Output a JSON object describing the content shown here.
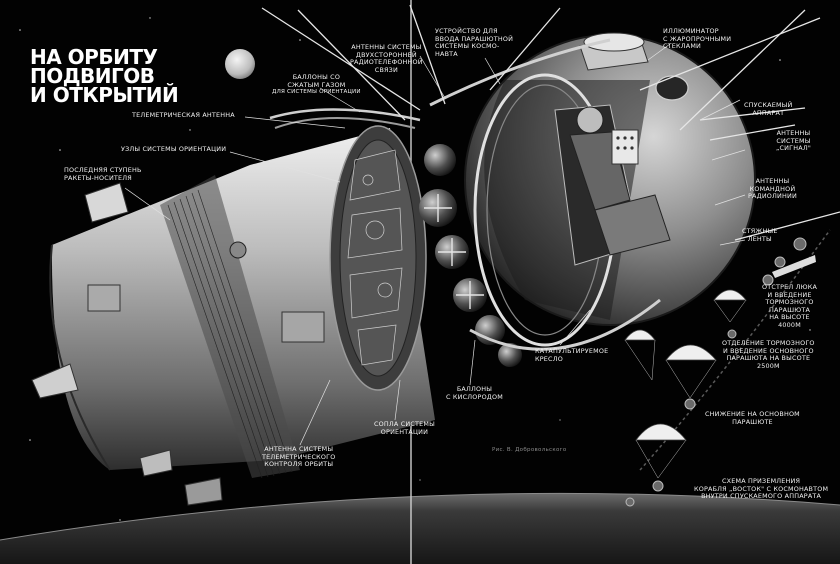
{
  "title": [
    "НА ОРБИТУ",
    "ПОДВИГОВ",
    "И ОТКРЫТИЙ"
  ],
  "labels": {
    "pressurized_gas": [
      "БАЛЛОНЫ СО",
      "СЖАТЫМ ГАЗОМ",
      "ДЛЯ СИСТЕМЫ ОРИЕНТАЦИИ"
    ],
    "duplex_antennas": [
      "АНТЕННЫ СИСТЕМЫ",
      "ДВУХСТОРОННЕЙ",
      "РАДИОТЕЛЕФОННОЙ",
      "СВЯЗИ"
    ],
    "ejection_device": [
      "УСТРОЙСТВО ДЛЯ",
      "ВВОДА ПАРАШЮТНОЙ",
      "СИСТЕМЫ КОСМО-",
      "НАВТА"
    ],
    "porthole": [
      "ИЛЛЮМИНАТОР",
      "С ЖАРОПРОЧНЫМИ",
      "СТЕКЛАМИ"
    ],
    "descent_module": [
      "СПУСКАЕМЫЙ",
      "АППАРАТ"
    ],
    "signal_antennas": [
      "АНТЕННЫ",
      "СИСТЕМЫ",
      "„СИГНАЛ\""
    ],
    "command_antennas": [
      "АНТЕННЫ",
      "КОМАНДНОЙ",
      "РАДИОЛИНИИ"
    ],
    "straps": [
      "СТЯЖНЫЕ",
      "ЛЕНТЫ"
    ],
    "telemetry_antenna": [
      "ТЕЛЕМЕТРИЧЕСКАЯ АНТЕННА"
    ],
    "orientation_units": [
      "УЗЛЫ СИСТЕМЫ ОРИЕНТАЦИИ"
    ],
    "last_stage": [
      "ПОСЛЕДНЯЯ СТУПЕНЬ",
      "РАКЕТЫ-НОСИТЕЛЯ"
    ],
    "ejection_seat": [
      "КАТАПУЛЬТИРУЕМОЕ",
      "КРЕСЛО"
    ],
    "oxygen_tanks": [
      "БАЛЛОНЫ",
      "С КИСЛОРОДОМ"
    ],
    "orientation_nozzles": [
      "СОПЛА СИСТЕМЫ",
      "ОРИЕНТАЦИИ"
    ],
    "orbit_antenna": [
      "АНТЕННА СИСТЕМЫ",
      "ТЕЛЕМЕТРИЧЕСКОГО",
      "КОНТРОЛЯ ОРБИТЫ"
    ],
    "hatch_release": [
      "ОТСТРЕЛ ЛЮКА",
      "И ВВЕДЕНИЕ",
      "ТОРМОЗНОГО",
      "ПАРАШЮТА",
      "НА ВЫСОТЕ",
      "4000м"
    ],
    "main_chute_release": [
      "ОТДЕЛЕНИЕ ТОРМОЗНОГО",
      "И ВВЕДЕНИЕ ОСНОВНОГО",
      "ПАРАШЮТА НА ВЫСОТЕ",
      "2500м"
    ],
    "main_chute_descent": [
      "СНИЖЕНИЕ НА ОСНОВНОМ",
      "ПАРАШЮТЕ"
    ],
    "landing_scheme": [
      "СХЕМА ПРИЗЕМЛЕНИЯ",
      "КОРАБЛЯ „ВОСТОК\" С КОСМОНАВТОМ",
      "ВНУТРИ СПУСКАЕМОГО АППАРАТА"
    ]
  },
  "signature": "Рис. В. Добровольского",
  "colors": {
    "space": "#020202",
    "metal_light": "#d8d8d8",
    "metal_dark": "#5a5a5a",
    "text": "#f2f2f2",
    "planet": "#4a4a4a"
  }
}
